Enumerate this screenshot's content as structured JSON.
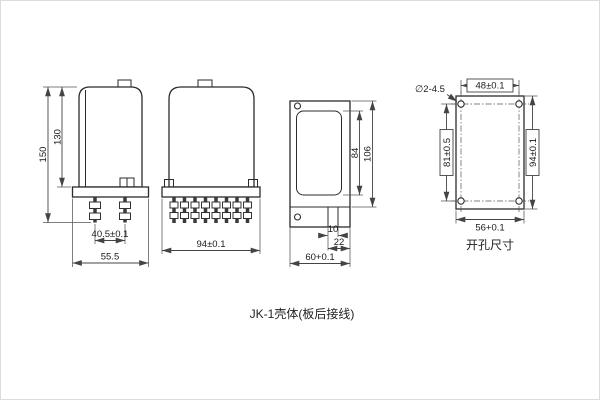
{
  "caption": "JK-1壳体(板后接线)",
  "views": {
    "side": {
      "height_total": "150",
      "height_body": "130",
      "terminal_span": "40.5±0.1",
      "width": "55.5"
    },
    "front": {
      "width": "94±0.1"
    },
    "rear": {
      "inner_height": "84",
      "outer_height": "106",
      "step_small": "10",
      "step_large": "22",
      "width": "60+0.1"
    },
    "cutout": {
      "title": "开孔尺寸",
      "holes": "∅2-4.5",
      "hole_span_h": "48±0.1",
      "hole_span_v": "81±0.5",
      "height": "94±0.1",
      "width": "56+0.1"
    }
  }
}
